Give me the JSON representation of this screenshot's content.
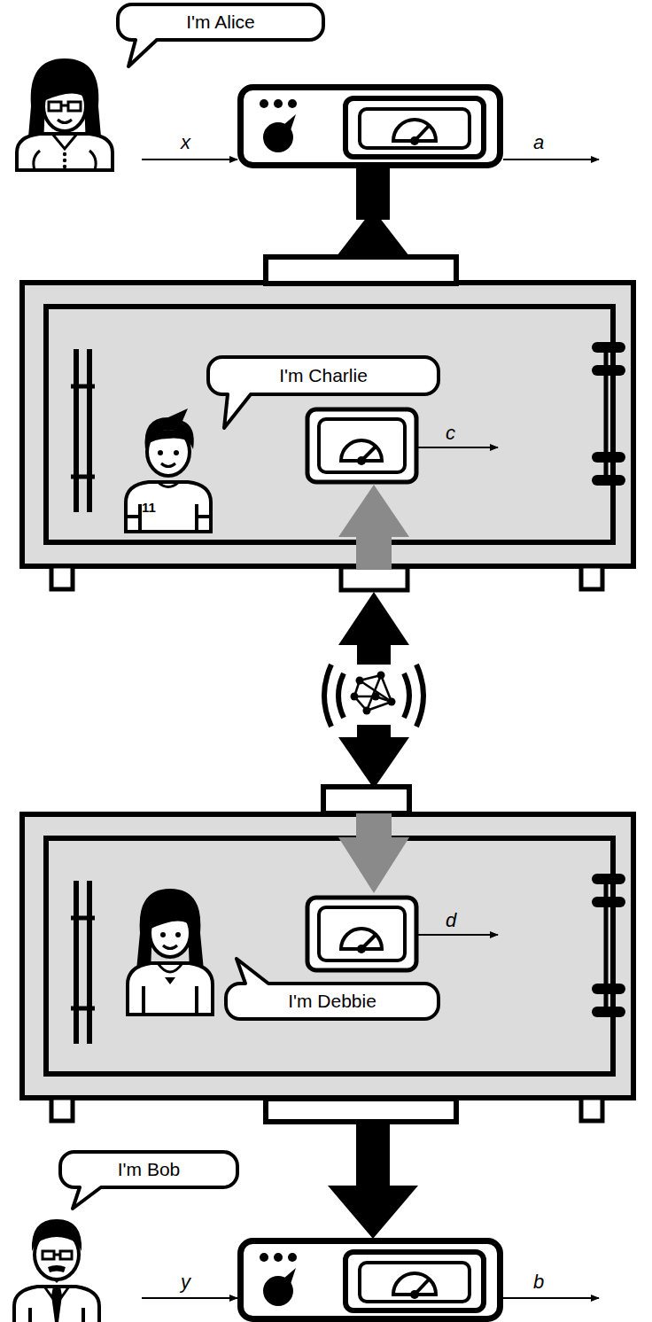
{
  "diagram": {
    "nodes": [
      {
        "text": [
          "I'm Alice"
        ]
      },
      {
        "text": [
          "I'm Charlie"
        ]
      },
      {
        "text": [
          "I'm Debbie"
        ]
      },
      {
        "text": [
          "I'm Bob"
        ]
      }
    ],
    "labels": [
      "x",
      "a",
      "11",
      "c",
      "d",
      "y",
      "b"
    ]
  }
}
